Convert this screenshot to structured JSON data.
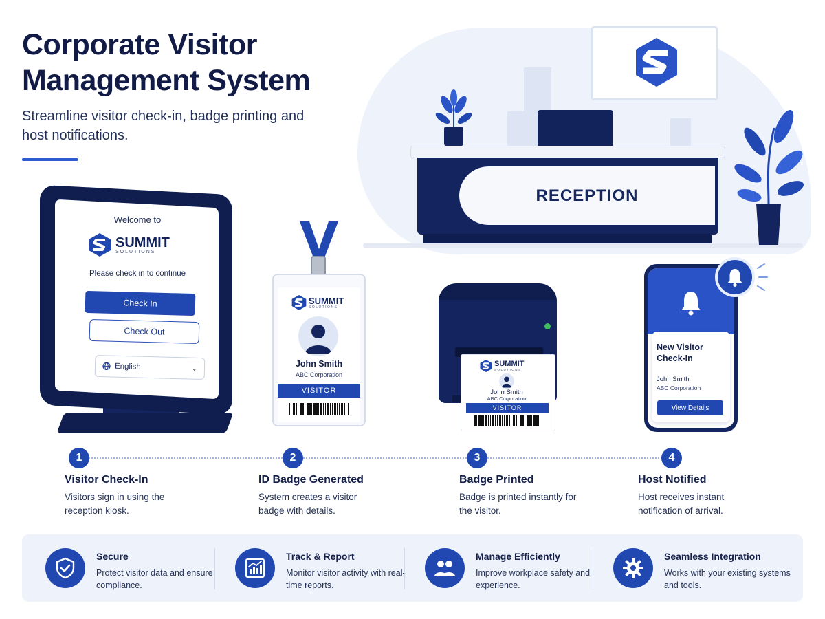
{
  "header": {
    "title": "Corporate Visitor Management System",
    "subtitle": "Streamline visitor check-in, badge printing and host notifications."
  },
  "reception": {
    "desk_label": "RECEPTION"
  },
  "kiosk": {
    "welcome": "Welcome to",
    "brand_name": "SUMMIT",
    "brand_sub": "SOLUTIONS",
    "prompt": "Please check in to continue",
    "check_in_label": "Check In",
    "check_out_label": "Check Out",
    "language_value": "English"
  },
  "badge": {
    "brand_name": "SUMMIT",
    "brand_sub": "SOLUTIONS",
    "name": "John Smith",
    "company": "ABC Corporation",
    "role": "VISITOR"
  },
  "printed_badge": {
    "brand_name": "SUMMIT",
    "brand_sub": "SOLUTIONS",
    "name": "John Smith",
    "company": "ABC Corporation",
    "role": "VISITOR"
  },
  "phone": {
    "notification_title": "New Visitor Check-In",
    "name": "John Smith",
    "company": "ABC Corporation",
    "action_label": "View Details"
  },
  "steps": [
    {
      "num": "1",
      "title": "Visitor Check-In",
      "desc": "Visitors sign in using the reception kiosk."
    },
    {
      "num": "2",
      "title": "ID Badge Generated",
      "desc": "System creates a visitor badge with details."
    },
    {
      "num": "3",
      "title": "Badge Printed",
      "desc": "Badge is printed instantly for the visitor."
    },
    {
      "num": "4",
      "title": "Host Notified",
      "desc": "Host receives instant notification of arrival."
    }
  ],
  "features": [
    {
      "icon": "shield-check-icon",
      "title": "Secure",
      "desc": "Protect visitor data and ensure compliance."
    },
    {
      "icon": "chart-icon",
      "title": "Track & Report",
      "desc": "Monitor visitor activity with real-time reports."
    },
    {
      "icon": "users-icon",
      "title": "Manage Efficiently",
      "desc": "Improve workplace safety and experience."
    },
    {
      "icon": "gear-icon",
      "title": "Seamless Integration",
      "desc": "Works with your existing systems and tools."
    }
  ],
  "colors": {
    "primary": "#2147b0",
    "navy": "#13245e",
    "light_bg": "#eef2fa"
  }
}
